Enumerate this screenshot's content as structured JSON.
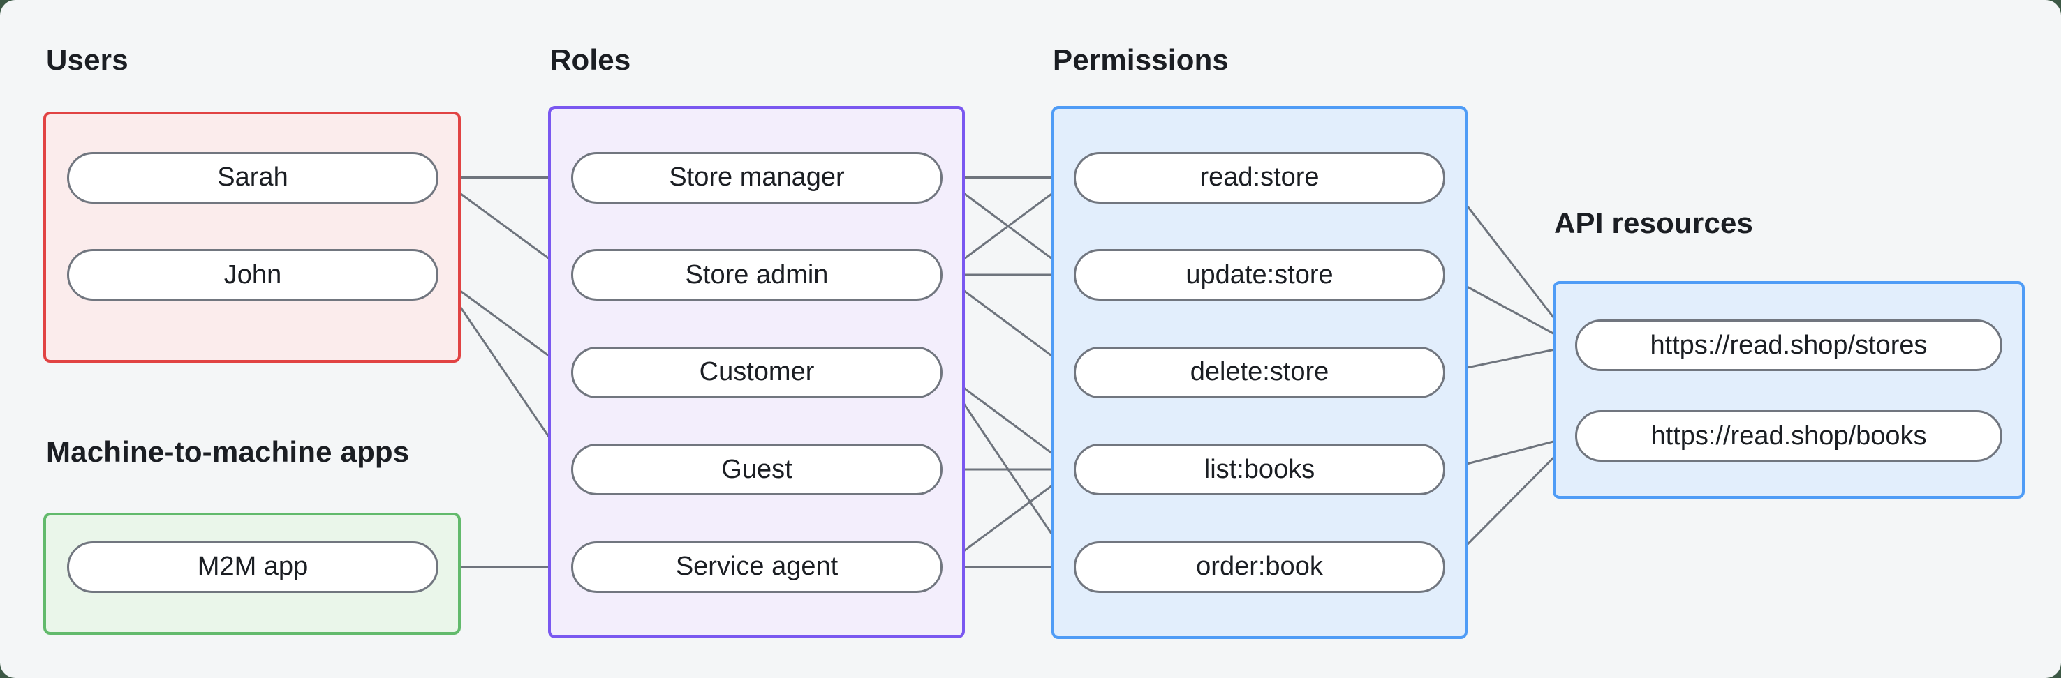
{
  "columns": {
    "users": {
      "label": "Users",
      "items": [
        "Sarah",
        "John"
      ]
    },
    "m2m": {
      "label": "Machine-to-machine apps",
      "items": [
        "M2M app"
      ]
    },
    "roles": {
      "label": "Roles",
      "items": [
        "Store manager",
        "Store admin",
        "Customer",
        "Guest",
        "Service agent"
      ]
    },
    "permissions": {
      "label": "Permissions",
      "items": [
        "read:store",
        "update:store",
        "delete:store",
        "list:books",
        "order:book"
      ]
    },
    "api": {
      "label": "API resources",
      "items": [
        "https://read.shop/stores",
        "https://read.shop/books"
      ]
    }
  },
  "edges": [
    [
      "sarah",
      "store_manager"
    ],
    [
      "sarah",
      "store_admin"
    ],
    [
      "john",
      "customer"
    ],
    [
      "john",
      "guest"
    ],
    [
      "m2m_app",
      "service_agent"
    ],
    [
      "store_manager",
      "read_store"
    ],
    [
      "store_manager",
      "update_store"
    ],
    [
      "store_admin",
      "read_store"
    ],
    [
      "store_admin",
      "update_store"
    ],
    [
      "store_admin",
      "delete_store"
    ],
    [
      "customer",
      "list_books"
    ],
    [
      "customer",
      "order_book"
    ],
    [
      "guest",
      "list_books"
    ],
    [
      "service_agent",
      "list_books"
    ],
    [
      "service_agent",
      "order_book"
    ],
    [
      "read_store",
      "res_stores"
    ],
    [
      "update_store",
      "res_stores"
    ],
    [
      "delete_store",
      "res_stores"
    ],
    [
      "list_books",
      "res_books"
    ],
    [
      "order_book",
      "res_books"
    ]
  ],
  "colors": {
    "page_background": "#3c5845",
    "canvas_background": "#f4f6f7",
    "users_border": "#e14343",
    "users_fill": "#fbecec",
    "m2m_border": "#62ba6c",
    "m2m_fill": "#eaf6ea",
    "roles_border": "#7a58f0",
    "roles_fill": "#f3eefc",
    "blue_border": "#4f9cf6",
    "blue_fill": "#e2eefc",
    "edge_color": "#6e747d",
    "pill_border": "#71767f",
    "text_color": "#1b1e23"
  }
}
